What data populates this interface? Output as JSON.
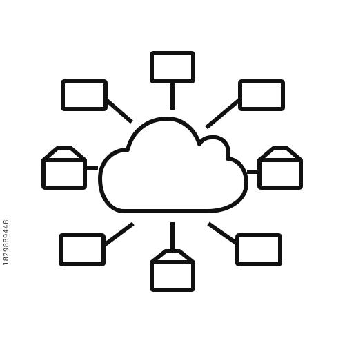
{
  "icon": {
    "name": "cloud-network-icon",
    "stroke_color": "#111111",
    "background_color": "#ffffff"
  },
  "nodes": [
    {
      "name": "node-top",
      "shape": "rectangle"
    },
    {
      "name": "node-top-left",
      "shape": "rectangle"
    },
    {
      "name": "node-top-right",
      "shape": "rectangle"
    },
    {
      "name": "node-left",
      "shape": "envelope"
    },
    {
      "name": "node-right",
      "shape": "envelope"
    },
    {
      "name": "node-bottom-left",
      "shape": "rectangle"
    },
    {
      "name": "node-bottom",
      "shape": "envelope"
    },
    {
      "name": "node-bottom-right",
      "shape": "rectangle"
    }
  ],
  "stock_id": "1829889448"
}
